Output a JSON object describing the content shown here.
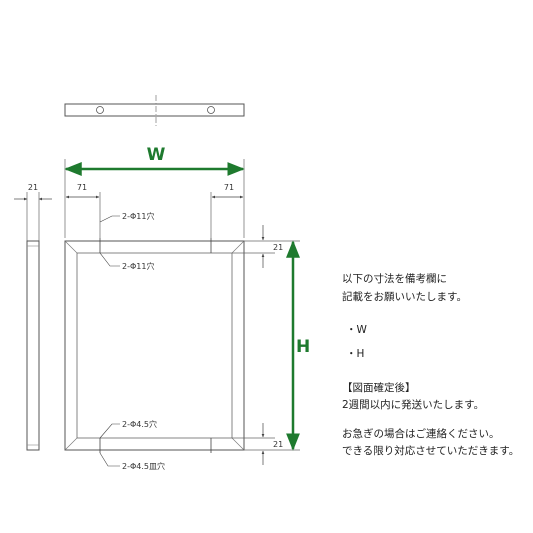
{
  "dimensions": {
    "width_label": "W",
    "height_label": "H",
    "side_thickness": "21",
    "hole_offset_left": "71",
    "hole_offset_right": "71",
    "frame_top": "21",
    "frame_bottom": "21"
  },
  "callouts": {
    "top_back": "2-Φ11穴",
    "top_front": "2-Φ11穴",
    "bottom_back": "2-Φ4.5穴",
    "bottom_front": "2-Φ4.5皿穴"
  },
  "colors": {
    "dimension_green": "#1e7a2e",
    "line": "#555555",
    "text": "#222222"
  },
  "notes": {
    "request_line1": "以下の寸法を備考欄に",
    "request_line2": "記載をお願いいたします。",
    "items": [
      "・W",
      "・H"
    ],
    "confirm_heading": "【図面確定後】",
    "confirm_text": "2週間以内に発送いたします。",
    "urgent_line1": "お急ぎの場合はご連絡ください。",
    "urgent_line2": "できる限り対応させていただきます。"
  }
}
